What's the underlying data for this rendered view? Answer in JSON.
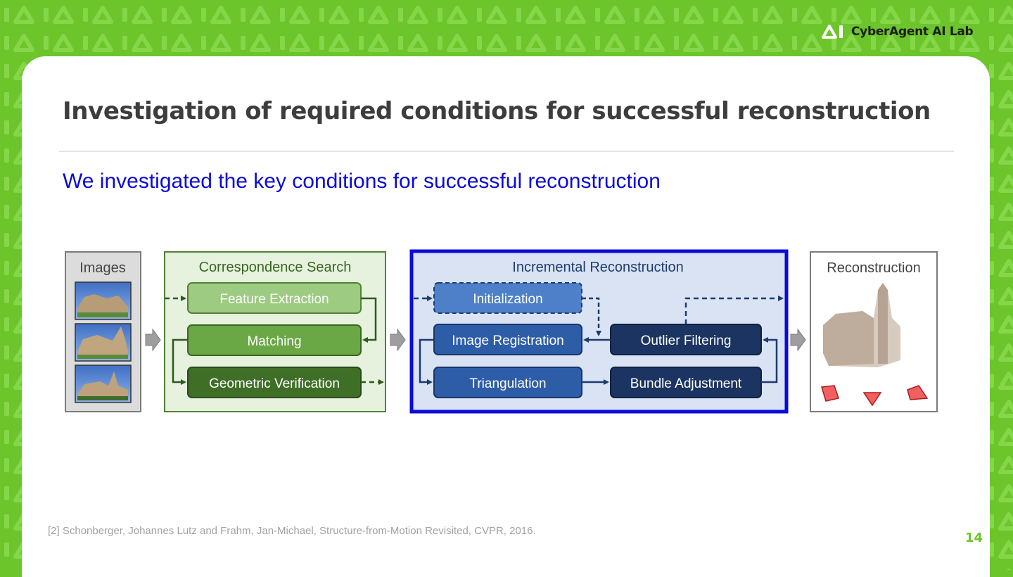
{
  "header": {
    "logo_text": "CyberAgent AI Lab"
  },
  "slide": {
    "title": "Investigation of required conditions for successful reconstruction",
    "subtitle": "We investigated the key conditions for successful reconstruction",
    "footnote": "[2] Schonberger, Johannes Lutz and Frahm, Jan-Michael, Structure-from-Motion Revisited, CVPR, 2016.",
    "page_number": "14"
  },
  "diagram": {
    "images_panel": {
      "label": "Images"
    },
    "correspondence_panel": {
      "label": "Correspondence Search",
      "steps": [
        "Feature Extraction",
        "Matching",
        "Geometric Verification"
      ]
    },
    "incremental_panel": {
      "label": "Incremental Reconstruction",
      "steps": [
        "Initialization",
        "Image Registration",
        "Outlier Filtering",
        "Triangulation",
        "Bundle Adjustment"
      ]
    },
    "reconstruction_panel": {
      "label": "Reconstruction"
    },
    "colors": {
      "background_green": "#6cc52a",
      "highlight_border": "#0a0adb",
      "correspondence_fill": "#e6f2de",
      "incremental_fill": "#d9e3f3"
    }
  }
}
